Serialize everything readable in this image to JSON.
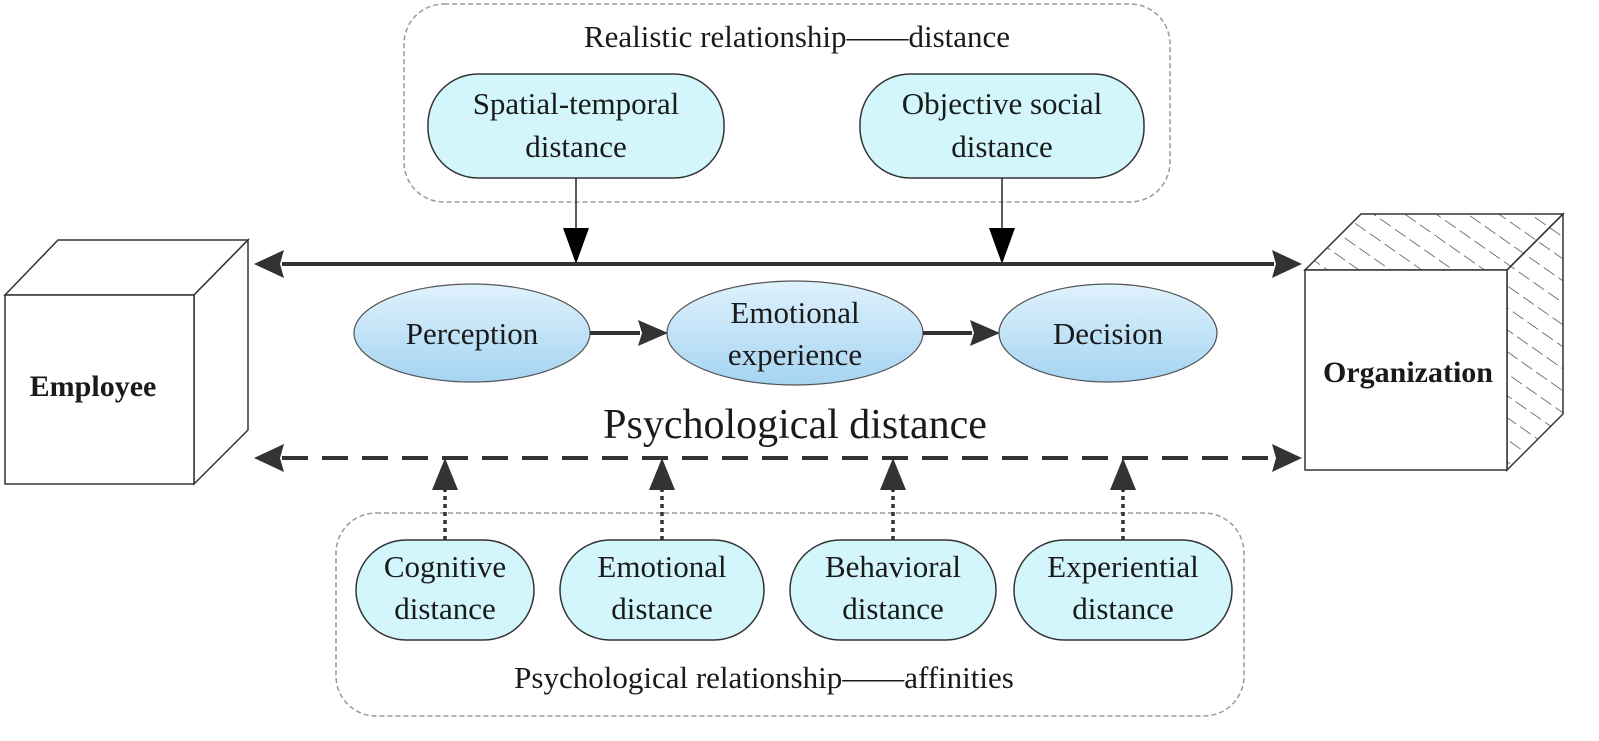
{
  "realistic_group": {
    "title": "Realistic relationship——distance",
    "nodes": [
      {
        "line1": "Spatial-temporal",
        "line2": "distance"
      },
      {
        "line1": "Objective social",
        "line2": "distance"
      }
    ]
  },
  "process": {
    "nodes": [
      {
        "line1": "Perception",
        "line2": ""
      },
      {
        "line1": "Emotional",
        "line2": "experience"
      },
      {
        "line1": "Decision",
        "line2": ""
      }
    ]
  },
  "center_title": "Psychological distance",
  "psychological_group": {
    "title": "Psychological relationship——affinities",
    "nodes": [
      {
        "line1": "Cognitive",
        "line2": "distance"
      },
      {
        "line1": "Emotional",
        "line2": "distance"
      },
      {
        "line1": "Behavioral",
        "line2": "distance"
      },
      {
        "line1": "Experiential",
        "line2": "distance"
      }
    ]
  },
  "entities": {
    "employee": "Employee",
    "organization": "Organization"
  },
  "colors": {
    "top_node_fill": "#d2f6fb",
    "ellipse_fill_light": "#d8eefb",
    "ellipse_fill_dark": "#a9d6f3",
    "line": "#333333"
  }
}
